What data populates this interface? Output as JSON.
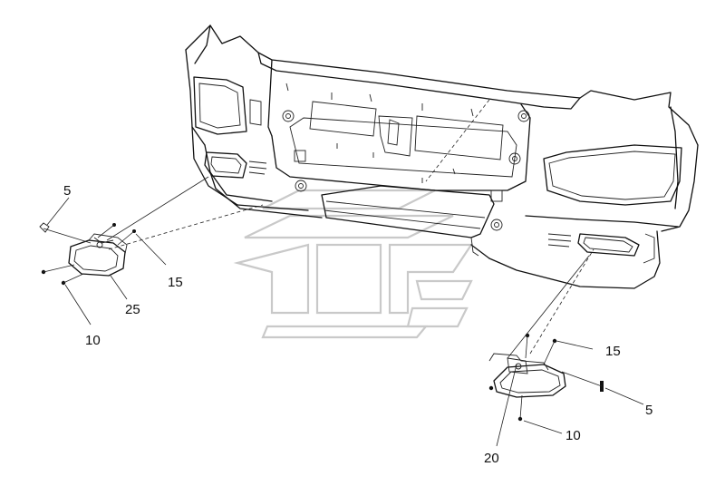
{
  "callouts": {
    "left_5": "5",
    "left_15": "15",
    "left_25": "25",
    "left_10": "10",
    "right_15": "15",
    "right_5": "5",
    "right_10": "10",
    "right_20": "20"
  },
  "colors": {
    "line": "#111111",
    "watermark": "#c9c9c9",
    "background": "#ffffff"
  }
}
